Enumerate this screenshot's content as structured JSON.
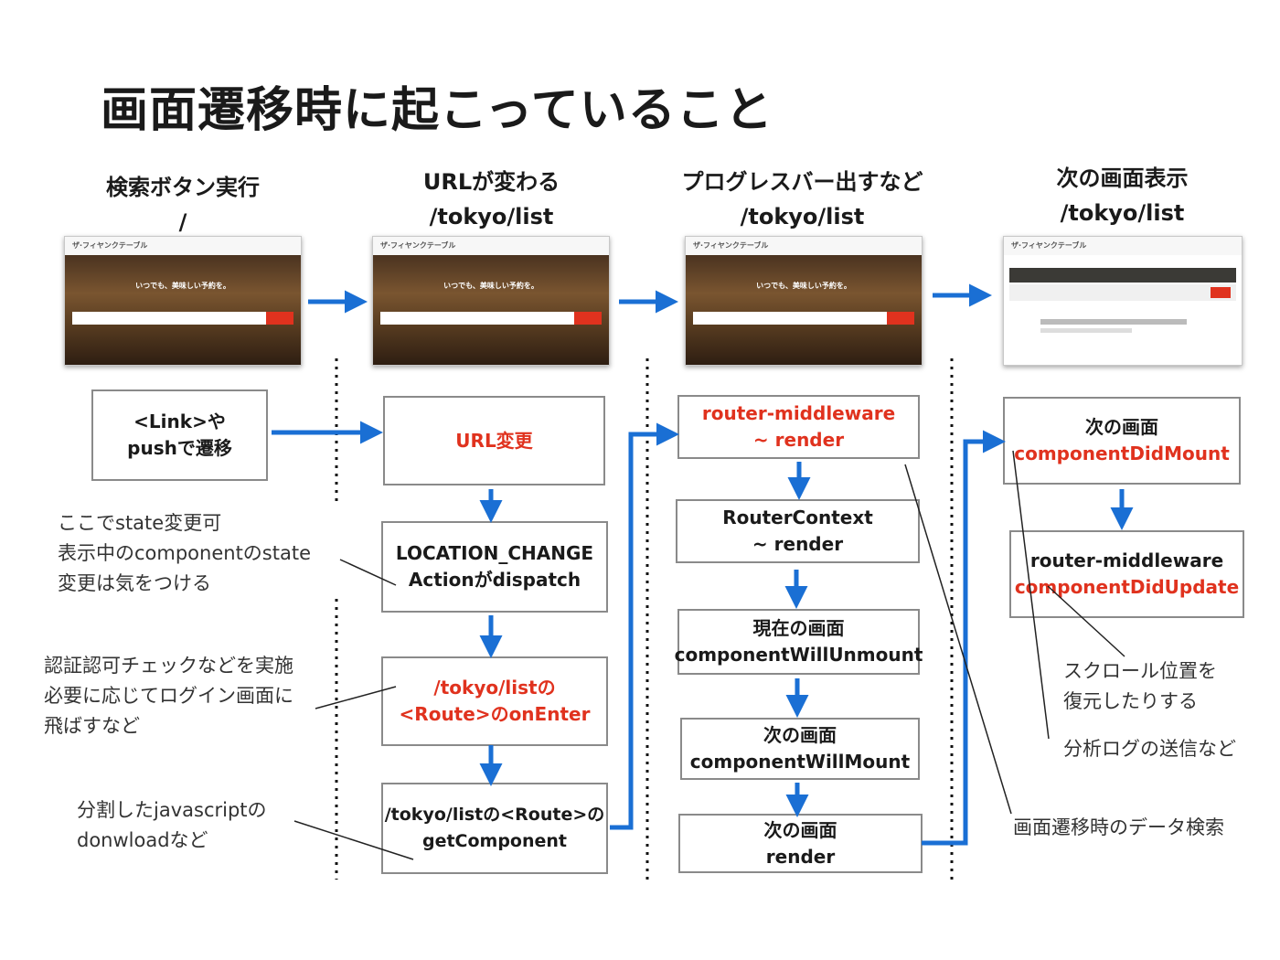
{
  "title": "画面遷移時に起こっていること",
  "columns": [
    {
      "line1": "検索ボタン実行",
      "line2": "/"
    },
    {
      "line1": "URLが変わる",
      "line2": "/tokyo/list"
    },
    {
      "line1": "プログレスバー出すなど",
      "line2": "/tokyo/list"
    },
    {
      "line1": "次の画面表示",
      "line2": "/tokyo/list"
    }
  ],
  "screenshot": {
    "logo": "ザ·フィヤンクテーブル",
    "tagline": "いつでも、美味しい予約を。"
  },
  "boxes": {
    "link_push": {
      "l1": "<Link>や",
      "l2": "pushで遷移"
    },
    "url_change": {
      "l1": "URL変更"
    },
    "location_change": {
      "l1": "LOCATION_CHANGE",
      "l2": "Actionがdispatch"
    },
    "on_enter": {
      "l1": "/tokyo/listの",
      "l2": "<Route>のonEnter"
    },
    "get_component": {
      "l1": "/tokyo/listの<Route>の",
      "l2": "getComponent"
    },
    "router_mw_render": {
      "l1": "router-middleware",
      "l2": "~ render"
    },
    "router_context": {
      "l1": "RouterContext",
      "l2": "~ render"
    },
    "will_unmount": {
      "l1": "現在の画面",
      "l2": "componentWillUnmount"
    },
    "will_mount": {
      "l1": "次の画面",
      "l2": "componentWillMount"
    },
    "next_render": {
      "l1": "次の画面",
      "l2": "render"
    },
    "did_mount": {
      "l1": "次の画面",
      "l2": "componentDidMount"
    },
    "did_update": {
      "l1": "router-middleware",
      "l2": "componentDidUpdate"
    }
  },
  "notes": {
    "state": [
      "ここでstate変更可",
      "表示中のcomponentのstate",
      "変更は気をつける"
    ],
    "auth": [
      "認証認可チェックなどを実施",
      "必要に応じてログイン画面に",
      "飛ばすなど"
    ],
    "split": [
      "分割したjavascriptの",
      "donwloadなど"
    ],
    "scroll": [
      "スクロール位置を",
      "復元したりする"
    ],
    "analytics": [
      "分析ログの送信など"
    ],
    "data_fetch": [
      "画面遷移時のデータ検索"
    ]
  },
  "colors": {
    "accent_arrow": "#1a6fd4",
    "highlight_text": "#e0321e",
    "box_border": "#8a8a8a"
  }
}
